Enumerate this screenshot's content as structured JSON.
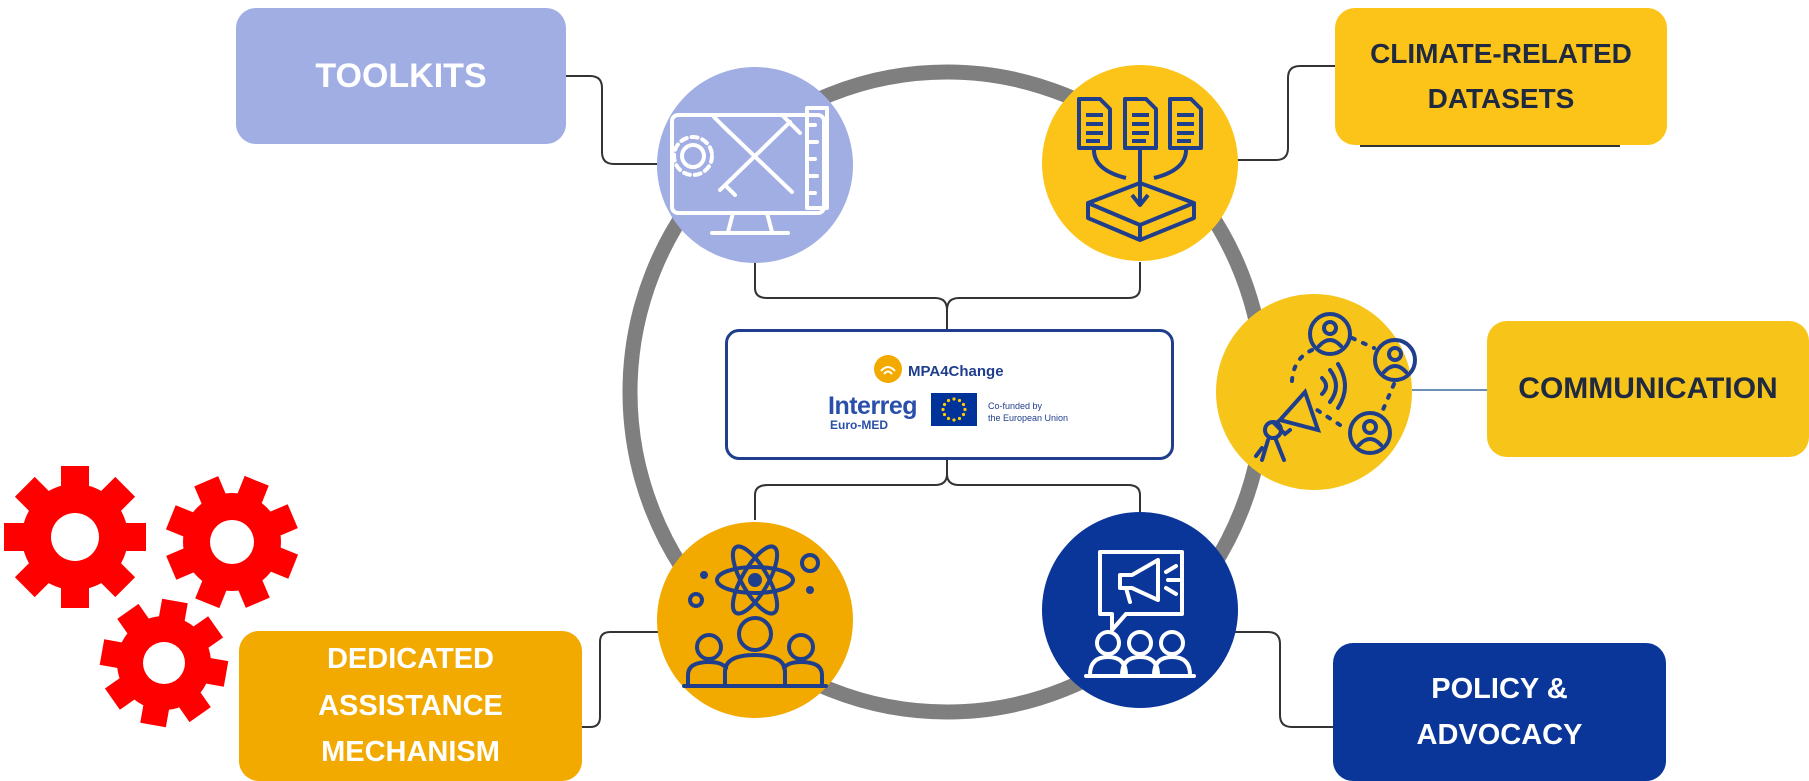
{
  "center": {
    "project": "MPA4Change",
    "programme": "Interreg",
    "programme_area": "Euro-MED",
    "funding_line1": "Co-funded by",
    "funding_line2": "the European Union"
  },
  "boxes": {
    "toolkits": {
      "lines": [
        "TOOLKITS"
      ]
    },
    "climate": {
      "lines": [
        "CLIMATE-RELATED",
        "DATASETS"
      ]
    },
    "communication": {
      "lines": [
        "COMMUNICATION"
      ]
    },
    "dedicated": {
      "lines": [
        "DEDICATED",
        "ASSISTANCE",
        "MECHANISM"
      ]
    },
    "policy": {
      "lines": [
        "POLICY &",
        "ADVOCACY"
      ]
    }
  },
  "colors": {
    "toolkits": "#A1AEE3",
    "climate": "#FCC419",
    "communication": "#F7C51A",
    "dedicated": "#F2A900",
    "policy": "#0B3699",
    "ring": "#7F7F7F",
    "icon_line": "#1F3E8C",
    "gears": "#FF0000",
    "eu_flag": "#003399"
  },
  "icons": {
    "toolkits": "monitor-tools-icon",
    "climate": "documents-datasets-icon",
    "communication": "people-megaphone-network-icon",
    "dedicated": "atom-people-icon",
    "policy": "megaphone-audience-icon",
    "decoration": "red-gears-icon"
  }
}
